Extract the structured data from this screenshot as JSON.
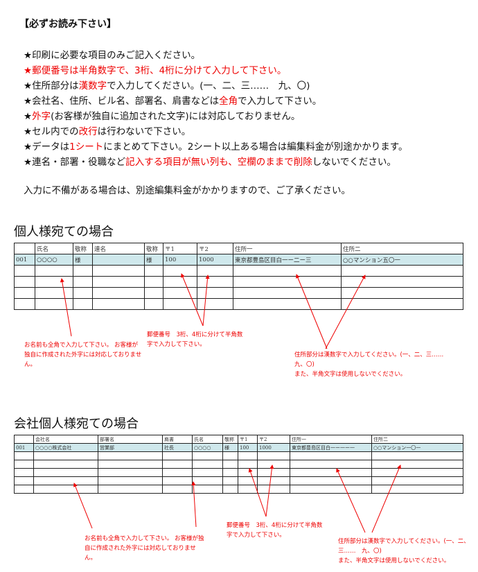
{
  "title": "【必ずお読み下さい】",
  "rules": [
    [
      {
        "t": "★印刷に必要な項目のみご記入ください。"
      }
    ],
    [
      {
        "t": "★郵便番号は半角数字で、3桁、4桁に分けて入力して下さい。",
        "r": 1
      }
    ],
    [
      {
        "t": "★住所部分は"
      },
      {
        "t": "漢数字",
        "r": 1
      },
      {
        "t": "で入力してください。(一、二、三……　九、〇)"
      }
    ],
    [
      {
        "t": "★会社名、住所、ビル名、部署名、肩書などは"
      },
      {
        "t": "全角",
        "r": 1
      },
      {
        "t": "で入力して下さい。"
      }
    ],
    [
      {
        "t": "★"
      },
      {
        "t": "外字",
        "r": 1
      },
      {
        "t": "(お客様が独自に追加された文字)には対応しておりません。"
      }
    ],
    [
      {
        "t": "★セル内での"
      },
      {
        "t": "改行",
        "r": 1
      },
      {
        "t": "は行わないで下さい。"
      }
    ],
    [
      {
        "t": "★データは"
      },
      {
        "t": "1シート",
        "r": 1
      },
      {
        "t": "にまとめて下さい。2シート以上ある場合は編集料金が別途かかります。"
      }
    ],
    [
      {
        "t": "★連名・部署・役職など"
      },
      {
        "t": "記入する項目が無い列も、空欄のままで削除",
        "r": 1
      },
      {
        "t": "しないでください。"
      }
    ]
  ],
  "notice": "入力に不備がある場合は、別途編集料金がかかりますので、ご了承ください。",
  "section1": {
    "heading": "個人様宛ての場合",
    "headers": [
      "",
      "氏名",
      "敬称",
      "連名",
      "敬称",
      "〒1",
      "〒2",
      "住所一",
      "住所二"
    ],
    "row": [
      "001",
      "○○○○",
      "様",
      "",
      "様",
      "100",
      "1000",
      "東京都豊島区目白一ー二ー三",
      "○○マンション五〇一"
    ],
    "note_name": "お名前も全角で入力して下さい。 お客様が独自に作成された外字には対応しておりません。",
    "note_zip": "郵便番号　3桁、4桁に分けて半角数字で入力して下さい。",
    "note_addr1": "住所部分は漢数字で入力してください。(一、二、三……　九、〇)",
    "note_addr2": "また、半角文字は使用しないでください。"
  },
  "section2": {
    "heading": "会社個人様宛ての場合",
    "headers": [
      "",
      "会社名",
      "部署名",
      "肩書",
      "氏名",
      "敬称",
      "〒1",
      "〒2",
      "住所一",
      "住所二"
    ],
    "row": [
      "001",
      "○○○○株式会社",
      "営業部",
      "社長",
      "○○○○",
      "様",
      "100",
      "1000",
      "東京都豊島区目白一ー一ー一",
      "○○マンション一〇一"
    ],
    "note_name": "お名前も全角で入力して下さい。 お客様が独自に作成された外字には対応しておりません。",
    "note_zip": "郵便番号　3桁、4桁に分けて半角数字で入力して下さい。",
    "note_addr1": "住所部分は漢数字で入力してください。(一、二、三……　九、〇)",
    "note_addr2": "また、半角文字は使用しないでください。"
  }
}
